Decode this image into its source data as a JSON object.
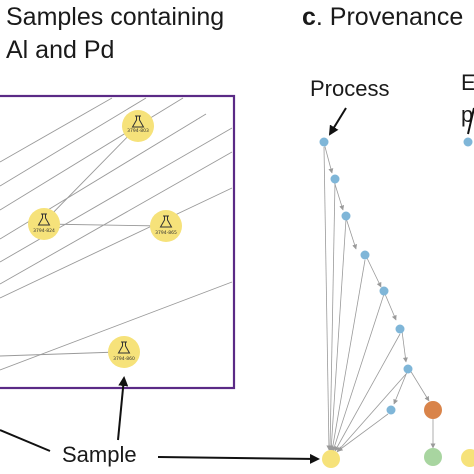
{
  "panel_b": {
    "title_line1": "Samples containing",
    "title_line2": "Al and Pd",
    "samples": [
      {
        "id": "3794-803"
      },
      {
        "id": "3794-824"
      },
      {
        "id": "3794-865"
      },
      {
        "id": "3794-860"
      }
    ],
    "annotation": "Sample"
  },
  "panel_c": {
    "letter": "c",
    "title": ". Provenance",
    "process_label": "Process"
  },
  "panel_right_partial": {
    "label_top": "E",
    "label_bottom": "p"
  },
  "colors": {
    "frame": "#5b2a86",
    "sample_node": "#f6e27a",
    "process_node": "#7fb6d8",
    "orange_node": "#d9844a",
    "green_node": "#a8d5a0",
    "edge": "#9a9a9a"
  }
}
